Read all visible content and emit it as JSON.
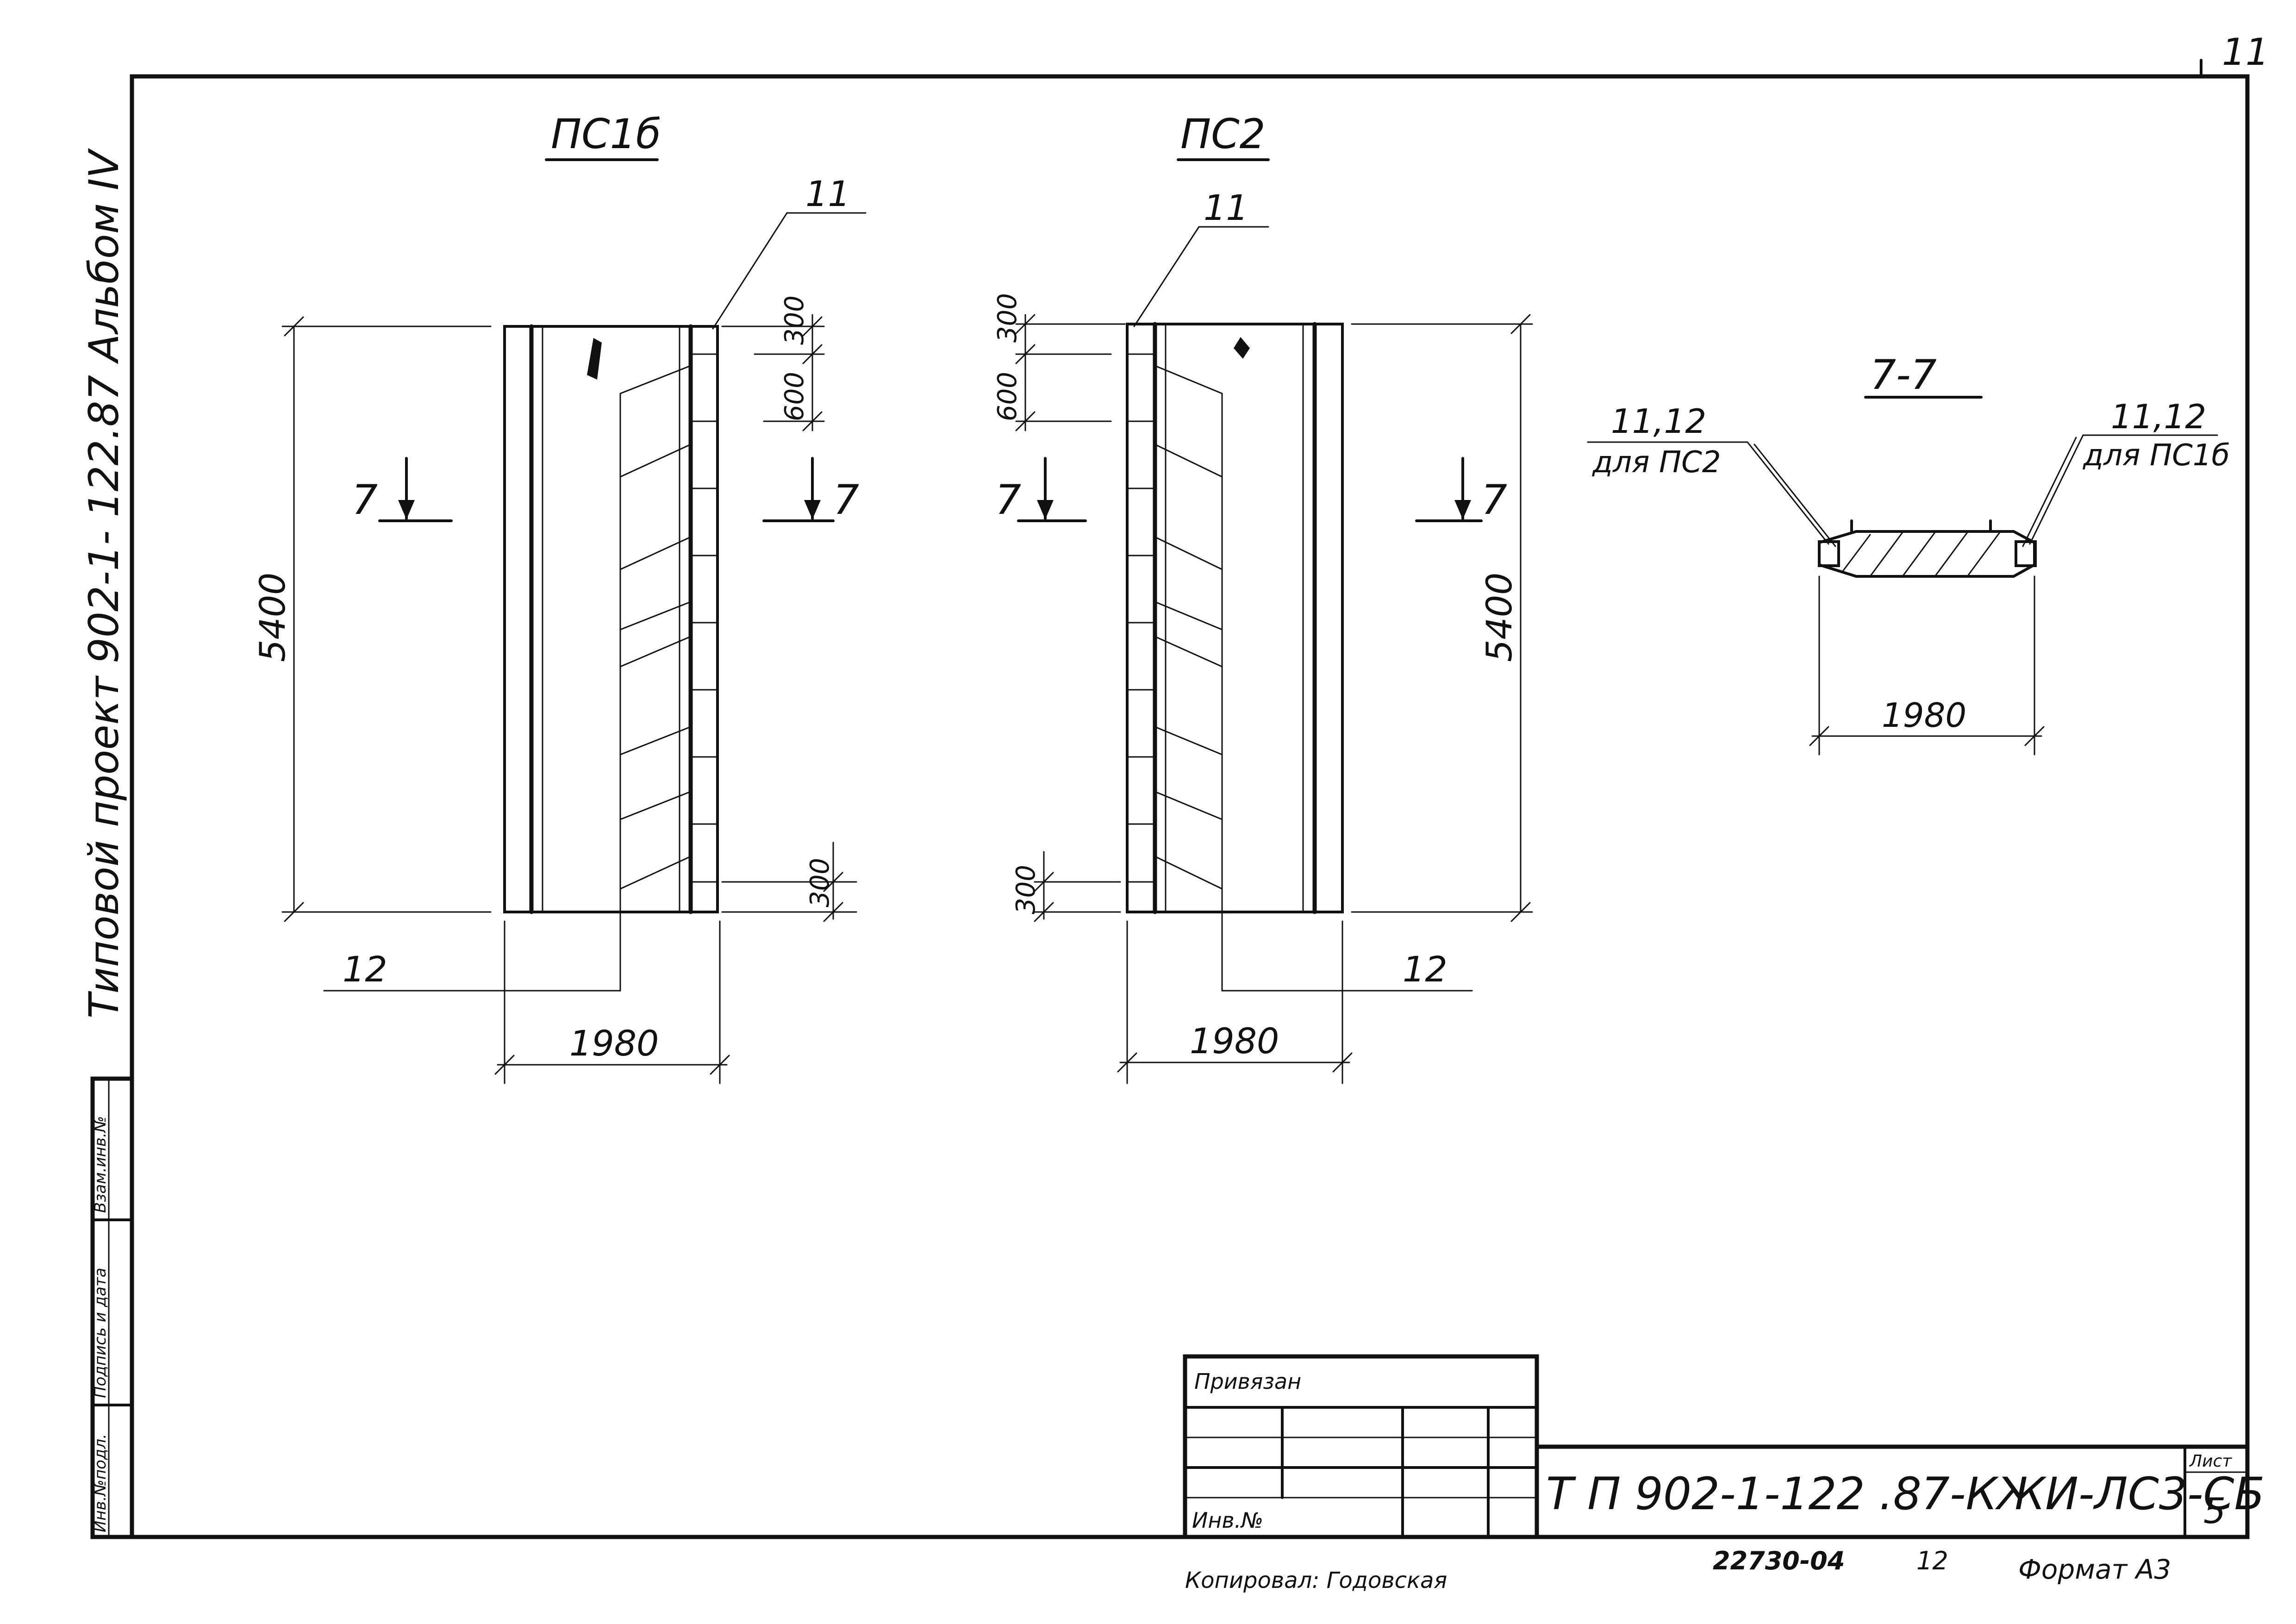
{
  "sheet": {
    "sheet_corner_no": "11",
    "side_title": "Типовой проект 902-1- 122.87 Альбом IV",
    "side_stamp": [
      "Инв.№подл.",
      "Подпись и дата",
      "Взам.инв.№"
    ]
  },
  "views": {
    "ps1b": {
      "title": "ПС1б",
      "callout_top": "11",
      "callout_bottom": "12",
      "dim_height": "5400",
      "dim_width": "1980",
      "dim_300_top": "300",
      "dim_600": "600",
      "dim_300_bottom": "300",
      "section_left": "7",
      "section_right": "7"
    },
    "ps2": {
      "title": "ПС2",
      "callout_top": "11",
      "callout_bottom": "12",
      "dim_height": "5400",
      "dim_width": "1980",
      "dim_300_top": "300",
      "dim_600": "600",
      "dim_300_bottom": "300",
      "section_left": "7",
      "section_right": "7"
    },
    "section77": {
      "title": "7-7",
      "left_callout": "11,12",
      "left_note": "для ПС2",
      "right_callout": "11,12",
      "right_note": "для ПС1б",
      "dim_width": "1980"
    }
  },
  "title_block": {
    "bound_label": "Привязан",
    "inv_label": "Инв.№",
    "doc_code": "Т П 902-1-122 .87-КЖИ-ЛС3-СБ",
    "sheet_label": "Лист",
    "sheet_number": "5"
  },
  "footer": {
    "copied_by": "Копировал: Годовская",
    "order_no": "22730-04",
    "page_no": "12",
    "format": "Формат А3"
  }
}
